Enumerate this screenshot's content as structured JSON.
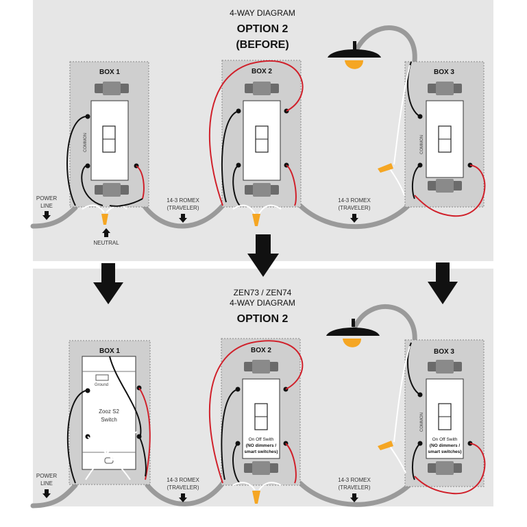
{
  "top_panel": {
    "title": "4-WAY DIAGRAM",
    "option": "OPTION 2",
    "state": "(BEFORE)"
  },
  "bottom_panel": {
    "title_line1": "ZEN73 / ZEN74",
    "title_line2": "4-WAY DIAGRAM",
    "option": "OPTION 2"
  },
  "boxes": {
    "box1": "BOX 1",
    "box2": "BOX 2",
    "box3": "BOX 3"
  },
  "labels": {
    "power": "POWER",
    "line": "LINE",
    "neutral": "NEUTRAL",
    "romex": "14-3 ROMEX",
    "traveler": "(TRAVELER)",
    "common": "COMMON"
  },
  "zooz_switch": {
    "name_line1": "Zooz S2",
    "name_line2": "Switch",
    "ground": "Ground"
  },
  "onoff_switch": {
    "line1": "On Off Swith",
    "line2": "(NO dimmers /",
    "line3": "smart switches)"
  },
  "colors": {
    "panel_bg": "#e6e6e6",
    "box_fill": "#cfcfcf",
    "romex": "#9a9a9a",
    "red_wire": "#d0202a",
    "black_wire": "#111111",
    "wire_nut": "#f5a623",
    "bulb": "#f5a623"
  }
}
